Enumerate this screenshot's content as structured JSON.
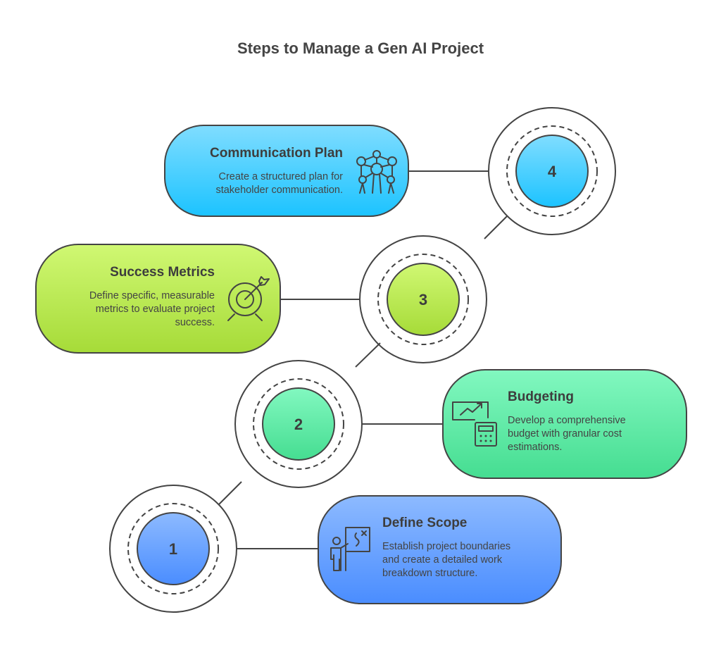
{
  "title": "Steps to Manage a Gen AI Project",
  "steps": [
    {
      "number": "1",
      "title": "Define Scope",
      "description": [
        "Establish project boundaries",
        "and create a detailed work",
        "breakdown structure."
      ],
      "icon": "presenter-board-icon",
      "color_top": "#8dbaff",
      "color_bottom": "#4a8dff"
    },
    {
      "number": "2",
      "title": "Budgeting",
      "description": [
        "Develop a comprehensive",
        "budget with granular cost",
        "estimations."
      ],
      "icon": "chart-calculator-icon",
      "color_top": "#82f8c0",
      "color_bottom": "#45dd91"
    },
    {
      "number": "3",
      "title": "Success Metrics",
      "description": [
        "Define specific, measurable",
        "metrics to evaluate project",
        "success."
      ],
      "icon": "target-arrow-icon",
      "color_top": "#d0f873",
      "color_bottom": "#a6db38"
    },
    {
      "number": "4",
      "title": "Communication Plan",
      "description": [
        "Create a structured plan for",
        "stakeholder communication."
      ],
      "icon": "network-structure-icon",
      "color_top": "#80ddff",
      "color_bottom": "#1cc3ff"
    }
  ]
}
